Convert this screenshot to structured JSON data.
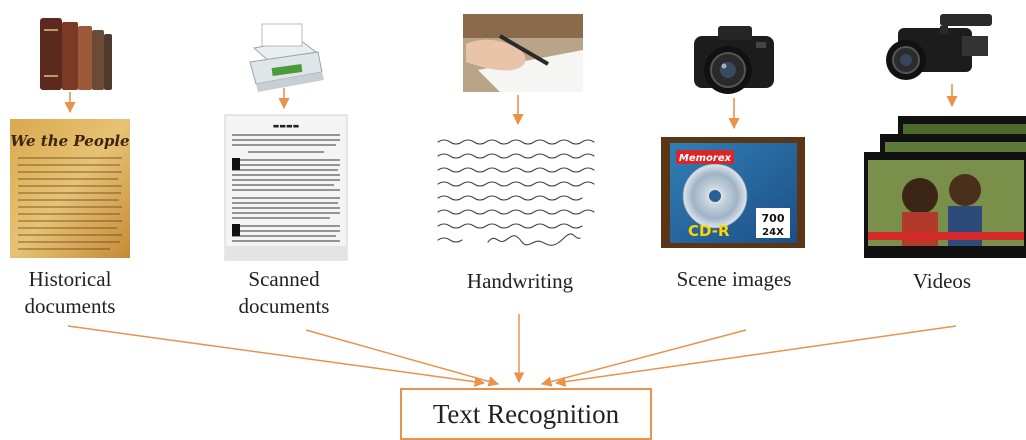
{
  "colors": {
    "arrow": "#e8924a"
  },
  "sources": [
    {
      "id": "historical",
      "label_line1": "Historical",
      "label_line2": "documents",
      "top_icon": "books-icon",
      "bottom_image": "historical-document-image"
    },
    {
      "id": "scanned",
      "label_line1": "Scanned",
      "label_line2": "documents",
      "top_icon": "scanner-icon",
      "bottom_image": "scanned-document-image"
    },
    {
      "id": "handwriting",
      "label_line1": "Handwriting",
      "label_line2": "",
      "top_icon": "writing-hand-icon",
      "bottom_image": "handwritten-note-image"
    },
    {
      "id": "scene",
      "label_line1": "Scene images",
      "label_line2": "",
      "top_icon": "camera-icon",
      "bottom_image": "cd-r-disc-image"
    },
    {
      "id": "videos",
      "label_line1": "Videos",
      "label_line2": "",
      "top_icon": "video-camera-icon",
      "bottom_image": "video-frames-image"
    }
  ],
  "target": {
    "label": "Text Recognition"
  },
  "artwork_text": {
    "historical_heading": "We the People",
    "cd_brand": "Memorex",
    "cd_type": "CD-R",
    "cd_capacity": "700",
    "cd_speed": "24X"
  }
}
